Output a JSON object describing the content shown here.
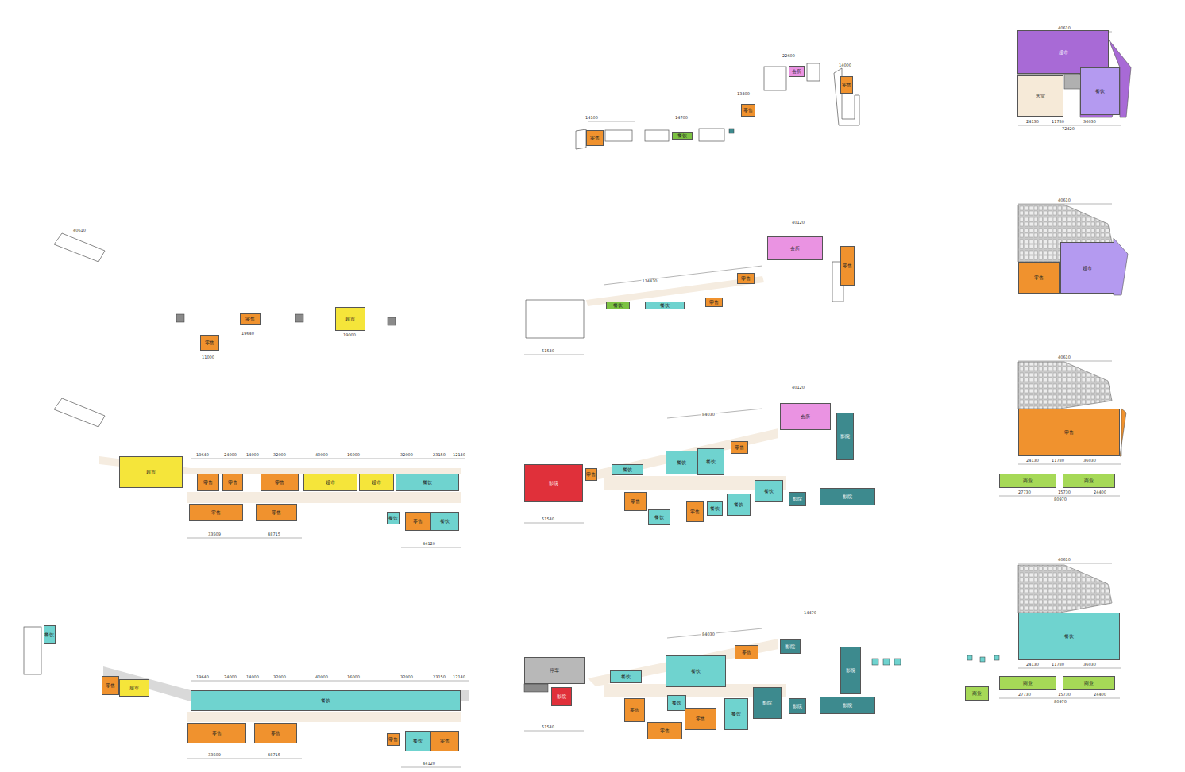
{
  "diagram": {
    "nodes": [
      {
        "text": [
          "零售"
        ]
      },
      {
        "text": [
          "餐饮"
        ]
      },
      {
        "text": [
          "零售"
        ]
      },
      {
        "text": [
          "会所"
        ]
      },
      {
        "text": [
          "零售"
        ]
      },
      {
        "text": [
          "超市"
        ]
      },
      {
        "text": [
          "餐饮"
        ]
      },
      {
        "text": [
          "大堂"
        ]
      },
      {
        "text": [
          "零售"
        ]
      },
      {
        "text": [
          "超市"
        ]
      },
      {
        "text": [
          "零售"
        ]
      },
      {
        "text": [
          "餐饮"
        ]
      },
      {
        "text": [
          "餐饮"
        ]
      },
      {
        "text": [
          "零售"
        ]
      },
      {
        "text": [
          "零售"
        ]
      },
      {
        "text": [
          "会所"
        ]
      },
      {
        "text": [
          "零售"
        ]
      },
      {
        "text": [
          "零售"
        ]
      },
      {
        "text": [
          "超市"
        ]
      },
      {
        "text": [
          "超市"
        ]
      },
      {
        "text": [
          "零售"
        ]
      },
      {
        "text": [
          "零售"
        ]
      },
      {
        "text": [
          "零售"
        ]
      },
      {
        "text": [
          "超市"
        ]
      },
      {
        "text": [
          "超市"
        ]
      },
      {
        "text": [
          "餐饮"
        ]
      },
      {
        "text": [
          "零售"
        ]
      },
      {
        "text": [
          "零售"
        ]
      },
      {
        "text": [
          "餐饮"
        ]
      },
      {
        "text": [
          "零售"
        ]
      },
      {
        "text": [
          "餐饮"
        ]
      },
      {
        "text": [
          "影院"
        ]
      },
      {
        "text": [
          "零售"
        ]
      },
      {
        "text": [
          "餐饮"
        ]
      },
      {
        "text": [
          "餐饮"
        ]
      },
      {
        "text": [
          "餐饮"
        ]
      },
      {
        "text": [
          "零售"
        ]
      },
      {
        "text": [
          "会所"
        ]
      },
      {
        "text": [
          "影院"
        ]
      },
      {
        "text": [
          "零售"
        ]
      },
      {
        "text": [
          "餐饮"
        ]
      },
      {
        "text": [
          "零售"
        ]
      },
      {
        "text": [
          "餐饮"
        ]
      },
      {
        "text": [
          "餐饮"
        ]
      },
      {
        "text": [
          "餐饮"
        ]
      },
      {
        "text": [
          "影院"
        ]
      },
      {
        "text": [
          "影院"
        ]
      },
      {
        "text": [
          "零售"
        ]
      },
      {
        "text": [
          "商业"
        ]
      },
      {
        "text": [
          "商业"
        ]
      },
      {
        "text": [
          "餐饮"
        ]
      },
      {
        "text": [
          "零售"
        ]
      },
      {
        "text": [
          "超市"
        ]
      },
      {
        "text": [
          "餐饮"
        ]
      },
      {
        "text": [
          "零售"
        ]
      },
      {
        "text": [
          "零售"
        ]
      },
      {
        "text": [
          "零售"
        ]
      },
      {
        "text": [
          "餐饮"
        ]
      },
      {
        "text": [
          "零售"
        ]
      },
      {
        "text": [
          "停车"
        ]
      },
      {
        "text": [
          "影院"
        ]
      },
      {
        "text": [
          "餐饮"
        ]
      },
      {
        "text": [
          "餐饮"
        ]
      },
      {
        "text": [
          "零售"
        ]
      },
      {
        "text": [
          "影院"
        ]
      },
      {
        "text": [
          "影院"
        ]
      },
      {
        "text": [
          "零售"
        ]
      },
      {
        "text": [
          "餐饮"
        ]
      },
      {
        "text": [
          "零售"
        ]
      },
      {
        "text": [
          "零售"
        ]
      },
      {
        "text": [
          "餐饮"
        ]
      },
      {
        "text": [
          "影院"
        ]
      },
      {
        "text": [
          "影院"
        ]
      },
      {
        "text": [
          "影院"
        ]
      },
      {
        "text": [
          "餐饮"
        ]
      },
      {
        "text": [
          "商业"
        ]
      },
      {
        "text": [
          "商业"
        ]
      },
      {
        "text": [
          "商业"
        ]
      }
    ],
    "labels": [
      "19640",
      "24000",
      "14000",
      "32000",
      "40000",
      "16000",
      "32000",
      "23150",
      "12140",
      "33509",
      "48715",
      "44120",
      "19640",
      "24000",
      "14000",
      "32000",
      "40000",
      "16000",
      "32000",
      "23150",
      "12140",
      "33509",
      "48715",
      "44120",
      "40610",
      "24130",
      "11780",
      "36030",
      "72420",
      "40610",
      "40610",
      "24130",
      "11780",
      "36030",
      "27730",
      "15730",
      "24400",
      "80970",
      "40610",
      "24130",
      "11780",
      "36030",
      "27730",
      "15730",
      "24400",
      "80970",
      "22600",
      "14000",
      "14100",
      "14700",
      "13400",
      "40120",
      "114430",
      "51540",
      "19640",
      "19000",
      "11000",
      "40120",
      "84030",
      "51540",
      "14470",
      "84030",
      "51540",
      "40610"
    ]
  }
}
